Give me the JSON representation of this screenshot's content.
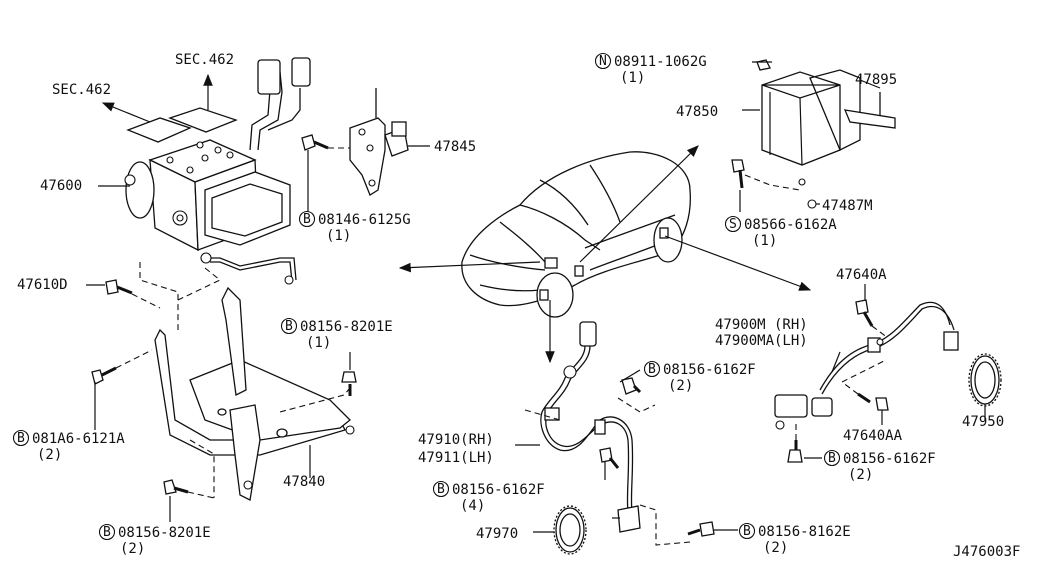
{
  "diagram_id": "J476003F",
  "sections": {
    "sec1": "SEC.462",
    "sec2": "SEC.462"
  },
  "parts": {
    "p47600": "47600",
    "p47610d": "47610D",
    "p47845": "47845",
    "p08146": "08146-6125G",
    "p08146_qty": "(1)",
    "p08156_8201e_a": "08156-8201E",
    "p08156_8201e_a_qty": "(1)",
    "p081a6": "081A6-6121A",
    "p081a6_qty": "(2)",
    "p47840": "47840",
    "p08156_8201e_b": "08156-8201E",
    "p08156_8201e_b_qty": "(2)",
    "p08911": "08911-1062G",
    "p08911_qty": "(1)",
    "p47850": "47850",
    "p47895": "47895",
    "p47487m": "47487M",
    "p08566": "08566-6162A",
    "p08566_qty": "(1)",
    "p47640a": "47640A",
    "p47900m": "47900M  (RH)",
    "p47900ma": "47900MA(LH)",
    "p08156_6162f_a": "08156-6162F",
    "p08156_6162f_a_qty": "(2)",
    "p47910": "47910(RH)",
    "p47911": "47911(LH)",
    "p08156_6162f_b": "08156-6162F",
    "p08156_6162f_b_qty": "(4)",
    "p47970": "47970",
    "p08156_8162e": "08156-8162E",
    "p08156_8162e_qty": "(2)",
    "p47640aa": "47640AA",
    "p08156_6162f_c": "08156-6162F",
    "p08156_6162f_c_qty": "(2)",
    "p47950": "47950"
  },
  "prefix_symbols": {
    "bolt": "B",
    "nut": "N",
    "screw": "S"
  }
}
